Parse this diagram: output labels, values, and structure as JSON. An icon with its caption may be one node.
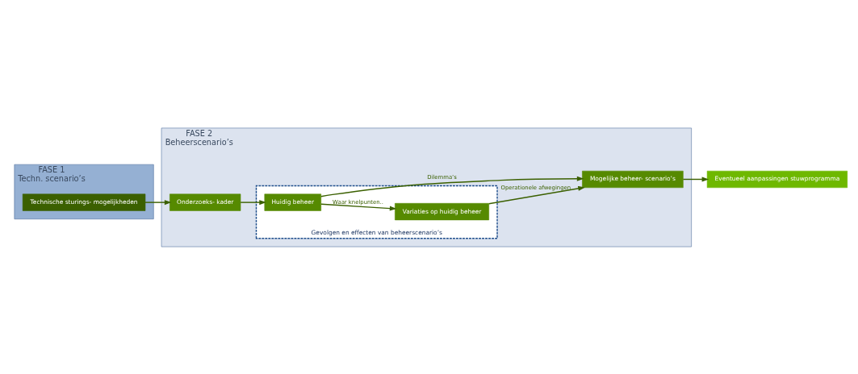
{
  "diagram": {
    "nodes": [
      {
        "text": [
          "FASE 1",
          "Techn. scenario’s"
        ]
      },
      {
        "text": [
          "Technische sturings- mogelijkheden"
        ],
        "in": 0
      },
      {
        "text": [
          "FASE 2",
          "Beheerscenario’s"
        ]
      },
      {
        "text": [
          "Onderzoeks- kader"
        ],
        "in": 2
      },
      {
        "text": [
          "Gevolgen en effecten van beheerscenario’s"
        ],
        "in": 2
      },
      {
        "text": [
          "Huidig beheer"
        ],
        "in": 4
      },
      {
        "text": [
          "Variaties op huidig beheer"
        ],
        "in": 4
      },
      {
        "text": [
          "Mogelijke beheer- scenario’s"
        ],
        "in": 2
      },
      {
        "text": [
          "Eventueel aanpassingen stuwprogramma"
        ]
      }
    ],
    "edges": [
      {
        "from": 1,
        "to": 3,
        "arrow": "to"
      },
      {
        "from": 3,
        "to": 5,
        "arrow": "to"
      },
      {
        "from": 5,
        "to": 6,
        "arrow": "to",
        "label": "Waar knelpunten.."
      },
      {
        "from": 5,
        "to": 7,
        "arrow": "to",
        "label": "Dilemma’s"
      },
      {
        "from": 6,
        "to": 7,
        "arrow": "to",
        "label": "Operationele afwegingen"
      },
      {
        "from": 7,
        "to": 8,
        "arrow": "to"
      }
    ]
  }
}
